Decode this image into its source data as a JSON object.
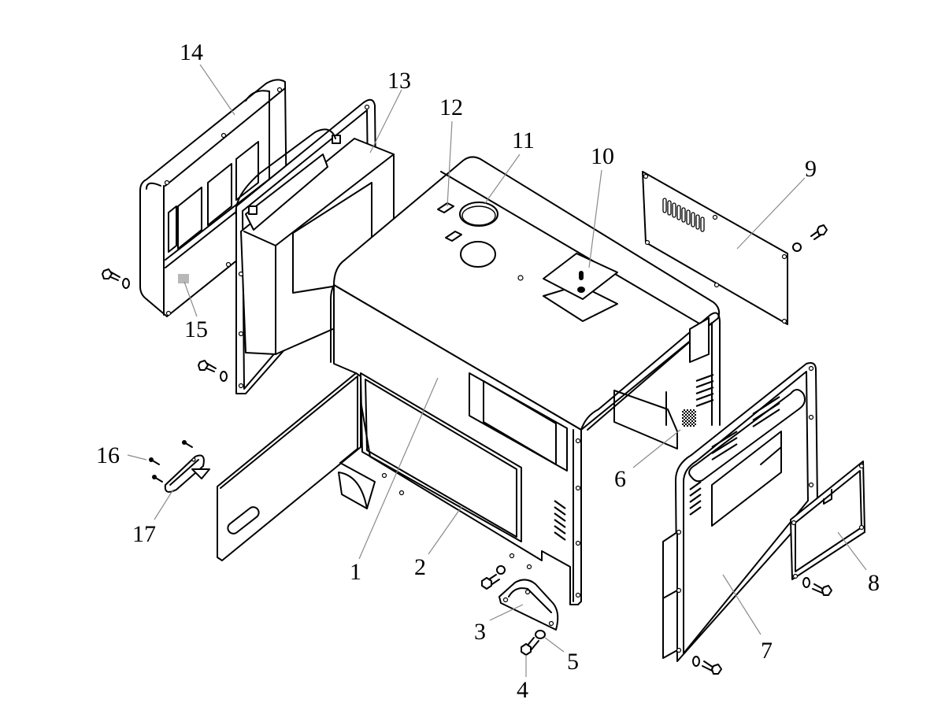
{
  "diagram": {
    "title": "Generator canopy exploded parts view",
    "type": "exploded-assembly",
    "style": {
      "line_color": "#000000",
      "leader_color": "#8a8a8a",
      "background": "#ffffff"
    },
    "callouts": [
      {
        "id": "1",
        "label": "1",
        "part": "main-canopy-body"
      },
      {
        "id": "2",
        "label": "2",
        "part": "side-access-opening-frame"
      },
      {
        "id": "3",
        "label": "3",
        "part": "lifting-handle"
      },
      {
        "id": "4",
        "label": "4",
        "part": "bolt"
      },
      {
        "id": "5",
        "label": "5",
        "part": "washer"
      },
      {
        "id": "6",
        "label": "6",
        "part": "warning-label-rear"
      },
      {
        "id": "7",
        "label": "7",
        "part": "rear-panel-with-handle"
      },
      {
        "id": "8",
        "label": "8",
        "part": "rear-access-cover"
      },
      {
        "id": "9",
        "label": "9",
        "part": "side-vent-cover-plate"
      },
      {
        "id": "10",
        "label": "10",
        "part": "top-lifting-eye-plate"
      },
      {
        "id": "11",
        "label": "11",
        "part": "fuel-filler-grommet"
      },
      {
        "id": "12",
        "label": "12",
        "part": "top-label"
      },
      {
        "id": "13",
        "label": "13",
        "part": "front-panel-frame"
      },
      {
        "id": "14",
        "label": "14",
        "part": "front-louvered-cover"
      },
      {
        "id": "15",
        "label": "15",
        "part": "front-label"
      },
      {
        "id": "16",
        "label": "16",
        "part": "screw"
      },
      {
        "id": "17",
        "label": "17",
        "part": "door-latch"
      }
    ]
  }
}
